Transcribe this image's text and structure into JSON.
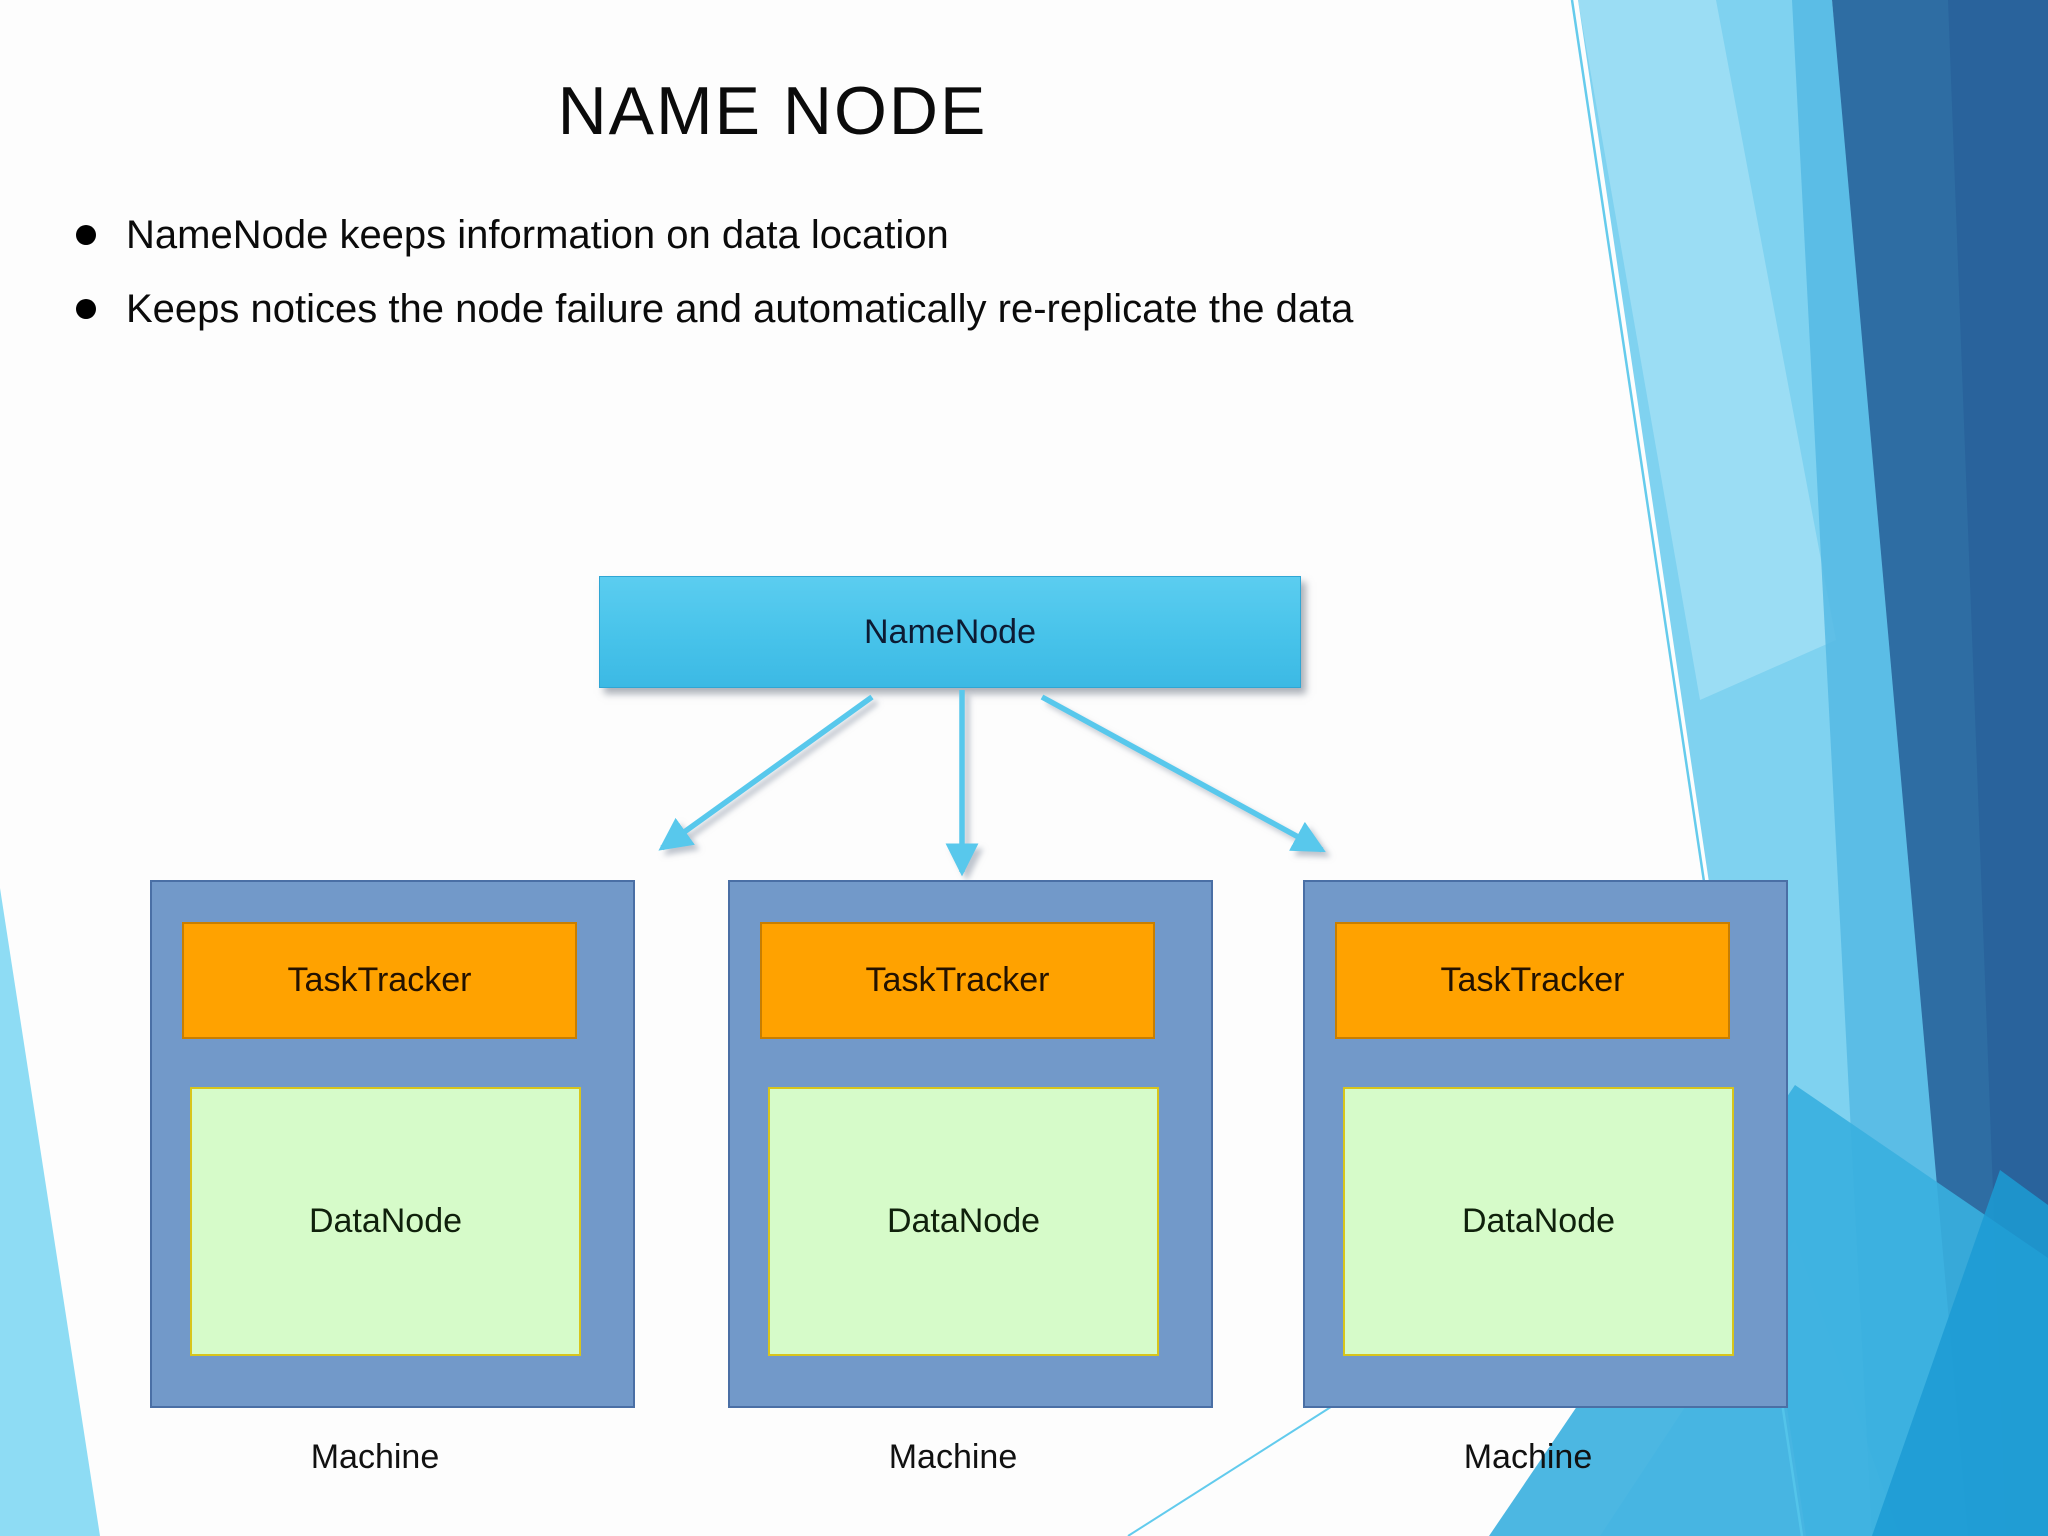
{
  "slide": {
    "title": "NAME NODE",
    "bullets": [
      "NameNode keeps information on data location",
      "Keeps notices the node failure and automatically re-replicate the data"
    ]
  },
  "diagram": {
    "root": {
      "label": "NameNode"
    },
    "machines": [
      {
        "tasktracker": "TaskTracker",
        "datanode": "DataNode",
        "caption": "Machine"
      },
      {
        "tasktracker": "TaskTracker",
        "datanode": "DataNode",
        "caption": "Machine"
      },
      {
        "tasktracker": "TaskTracker",
        "datanode": "DataNode",
        "caption": "Machine"
      }
    ]
  },
  "colors": {
    "namenode_fill": "#47c3ea",
    "machine_fill": "#7299c9",
    "machine_border": "#4a6fa5",
    "tasktracker_fill": "#ffa200",
    "tasktracker_border": "#c87e00",
    "datanode_fill": "#d6fbc9",
    "datanode_border": "#d8c51b",
    "arrow": "#58c8ec",
    "accent_light": "#7fd2f0",
    "accent_medium": "#55bae4",
    "accent_dark": "#2e6da3",
    "accent_cyan": "#38afdf",
    "corner_wedge": "#8edcf4"
  }
}
